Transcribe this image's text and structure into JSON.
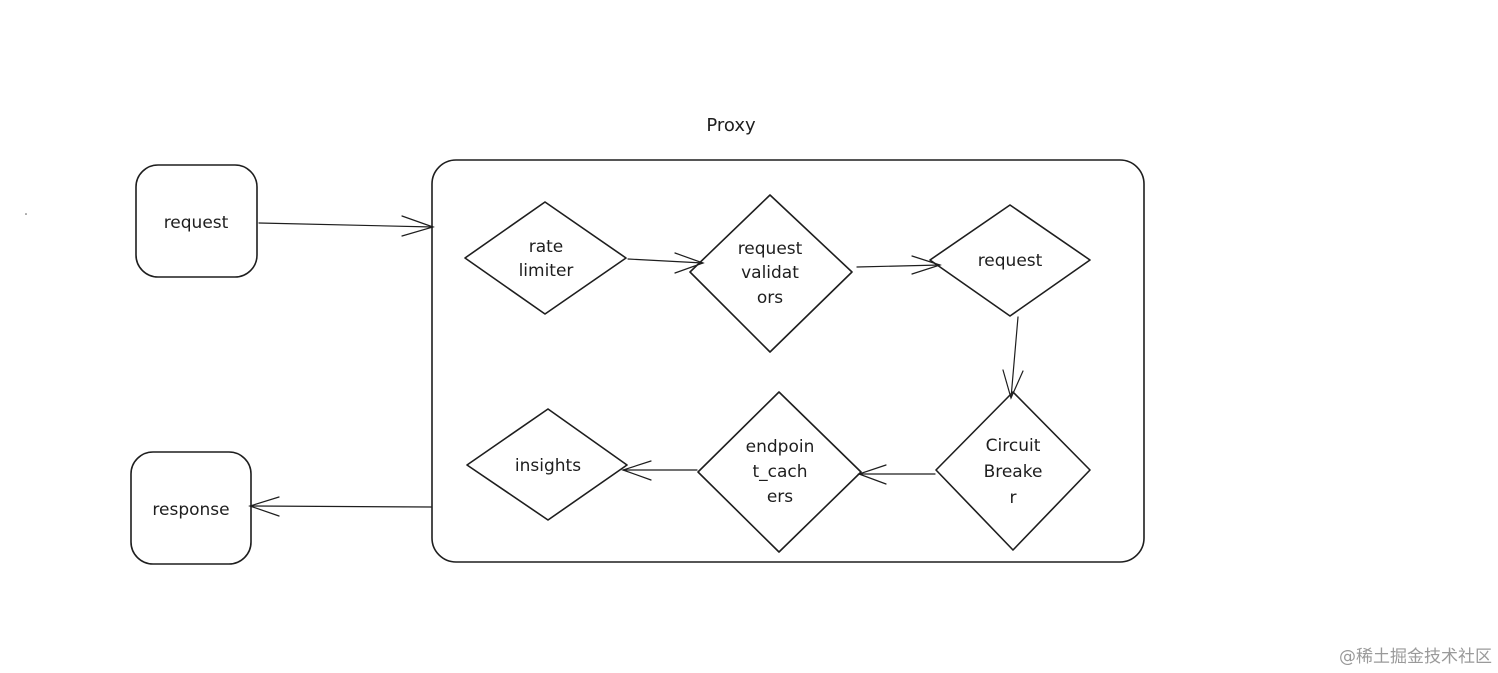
{
  "proxy": {
    "title": "Proxy"
  },
  "nodes": {
    "request_in": {
      "lines": [
        "request"
      ]
    },
    "response_out": {
      "lines": [
        "response"
      ]
    },
    "rate_limiter": {
      "lines": [
        "rate",
        "limiter"
      ]
    },
    "request_validators": {
      "lines": [
        "request",
        "validat",
        "ors"
      ]
    },
    "request": {
      "lines": [
        "request"
      ]
    },
    "circuit_breaker": {
      "lines": [
        "Circuit",
        "Breake",
        "r"
      ]
    },
    "endpoint_cachers": {
      "lines": [
        "endpoin",
        "t_cach",
        "ers"
      ]
    },
    "insights": {
      "lines": [
        "insights"
      ]
    }
  },
  "watermark": "@稀土掘金技术社区"
}
